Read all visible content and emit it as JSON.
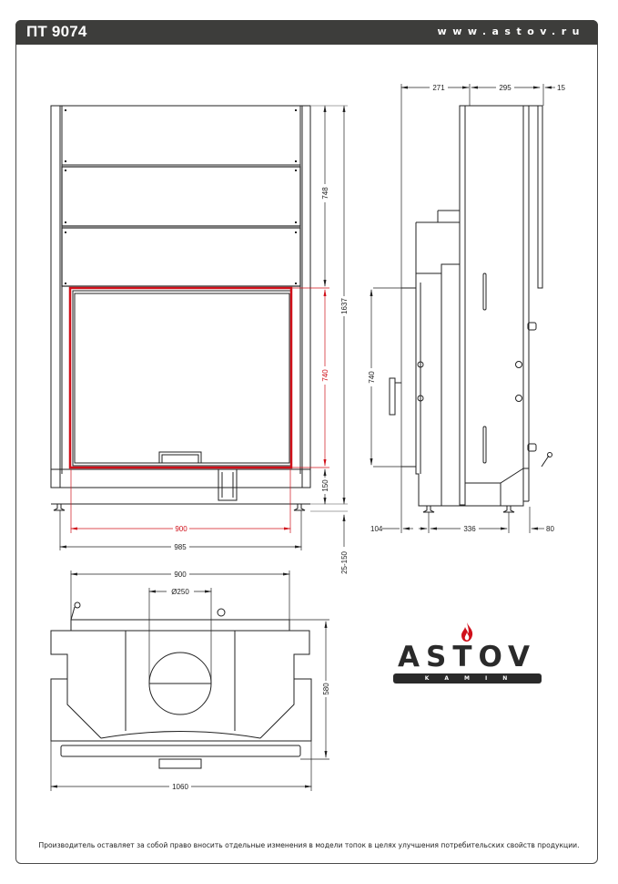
{
  "header": {
    "model": "ПТ 9074",
    "website": "www.astov.ru"
  },
  "front_view": {
    "dimensions": {
      "upper_height": "748",
      "total_height": "1637",
      "opening_height": "740",
      "base_height": "150",
      "leg_adjust": "25-150",
      "opening_width": "900",
      "total_width": "985"
    },
    "highlight_color": "#d0101a"
  },
  "side_view": {
    "dimensions": {
      "top_front": "271",
      "top_depth": "295",
      "top_back": "15",
      "opening_height": "740",
      "bottom_front": "104",
      "bottom_middle": "336",
      "bottom_back": "80"
    }
  },
  "top_view": {
    "dimensions": {
      "width": "900",
      "flue_diameter": "Ø250",
      "depth": "580",
      "total_width": "1060"
    }
  },
  "logo": {
    "brand": "ASTOV",
    "subtitle": "KAMIN",
    "flame_color": "#d0101a"
  },
  "footer": {
    "disclaimer": "Производитель оставляет за собой право вносить отдельные изменения в модели топок в целях улучшения потребительских свойств продукции."
  }
}
